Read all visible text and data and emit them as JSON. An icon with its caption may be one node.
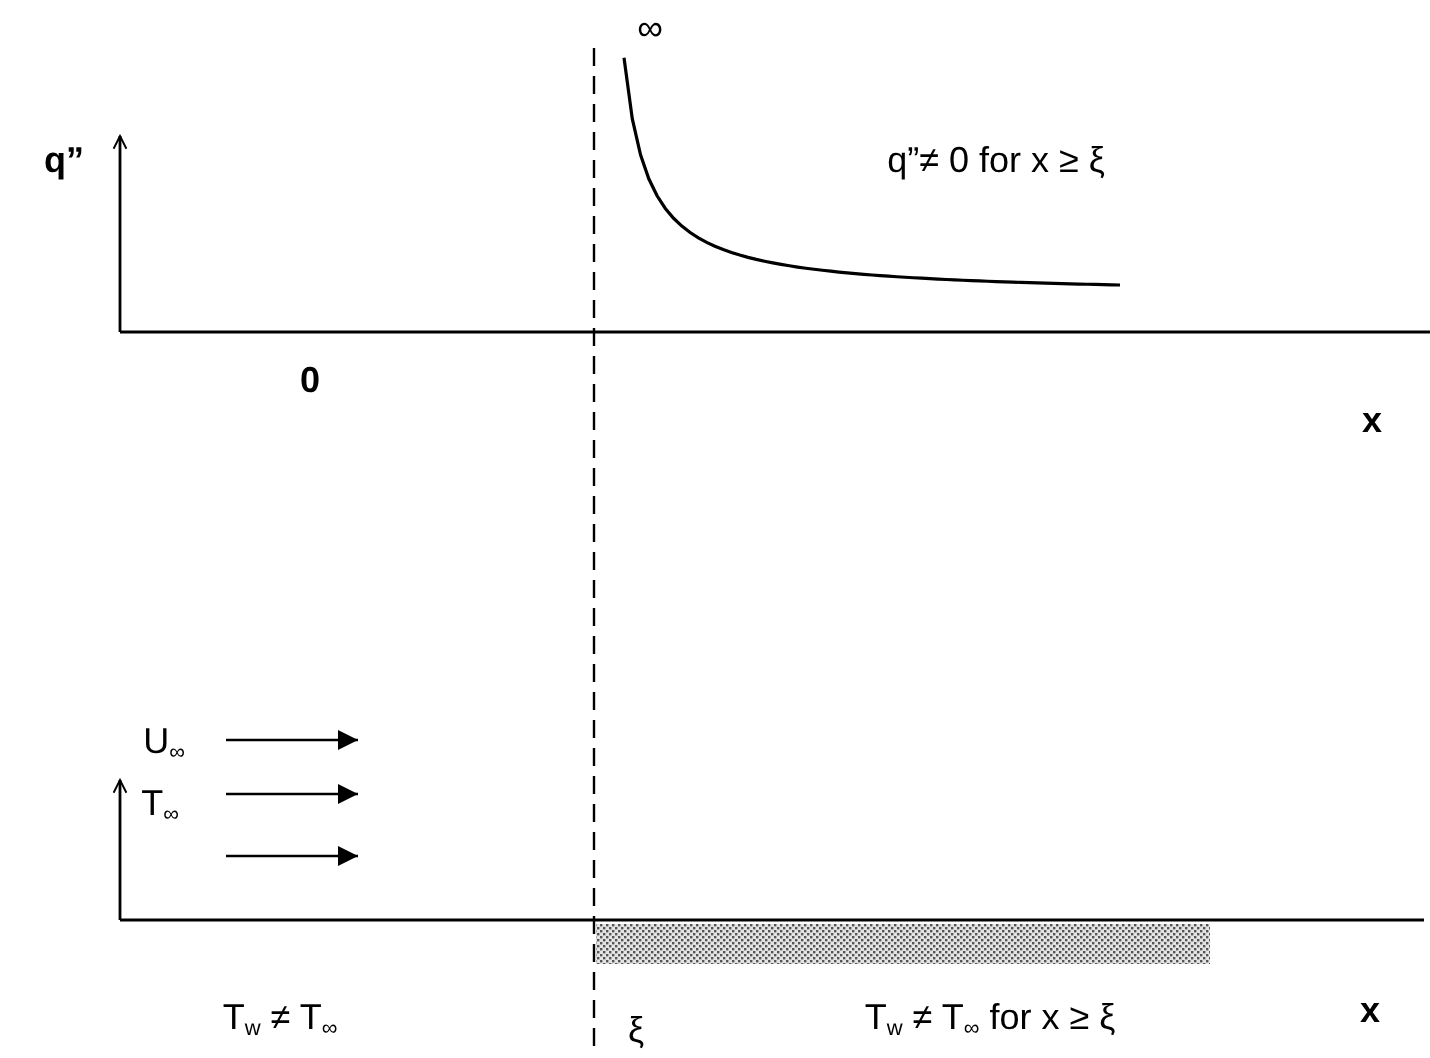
{
  "diagram": {
    "nodes": [
      {
        "text": [],
        "shape": "bar"
      }
    ],
    "labels": [
      "q”",
      "∞",
      "q”≠ 0 for x ≥ ξ",
      "0",
      "x",
      "U$_{∞}$",
      "T$_{∞}$",
      "T$_{w}$ ≠ T$_{∞}$",
      "ξ",
      "T$_{w}$ ≠ T$_{∞}$ for x ≥ ξ",
      "x"
    ]
  }
}
